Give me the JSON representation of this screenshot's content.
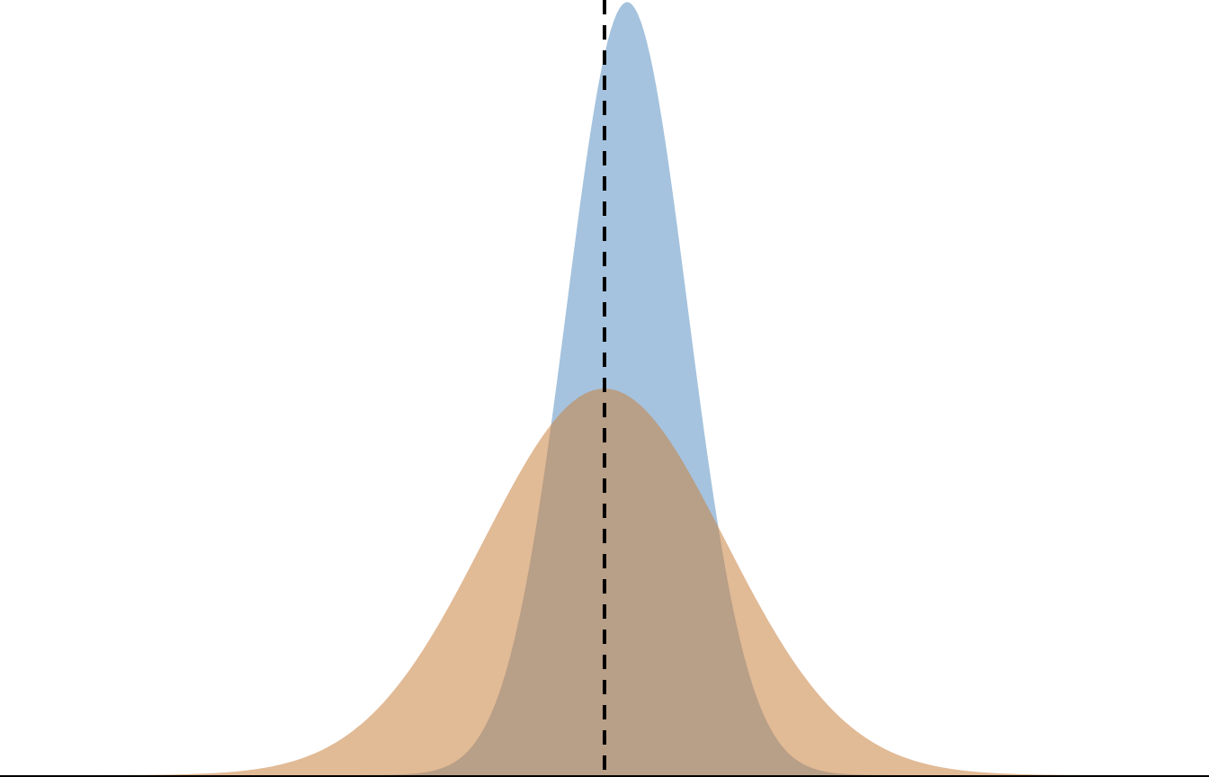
{
  "chart_data": {
    "type": "area",
    "title": "",
    "xlabel": "",
    "ylabel": "",
    "xlim": [
      -4,
      4
    ],
    "ylim": [
      0,
      1.0
    ],
    "grid": false,
    "legend": "none",
    "axes_visible": [
      "bottom"
    ],
    "series": [
      {
        "distribution": "normal",
        "mean": 0.15,
        "sd": 0.4,
        "color": "#a5c3de",
        "opacity": 1.0
      },
      {
        "distribution": "normal",
        "mean": 0.0,
        "sd": 0.8,
        "color": "#c8823f",
        "opacity": 0.55
      }
    ],
    "reference_line": {
      "x": 0,
      "style": "dashed",
      "color": "#000000"
    }
  }
}
